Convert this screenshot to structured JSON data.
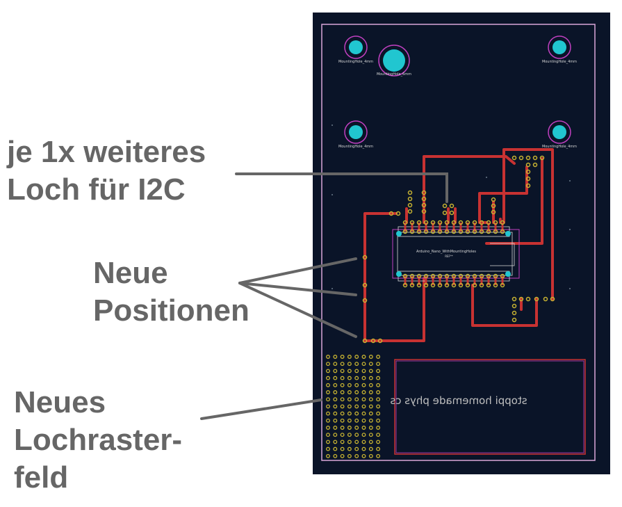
{
  "annotations": {
    "i2c_note": "je 1x weiteres\nLoch für I2C",
    "new_positions": "Neue\nPositionen",
    "new_grid": "Neues\nLochraster-\nfeld"
  },
  "board": {
    "mounting_hole_label": "MountingHole_4mm",
    "mounting_hole_large_label": "MountingHole_6mm",
    "module_label": "Arduino_Nano_WithMountingHoles",
    "module_ref": "REF**",
    "silkscreen_text": "stoppi homemade phys cs"
  },
  "colors": {
    "board_bg": "#0a1428",
    "edge_cuts": "#d9a6d9",
    "copper_trace": "#c83232",
    "pad": "#c8b432",
    "hole": "#21c6d0",
    "courtyard": "#c040c0",
    "annotation_text": "#666666",
    "annotation_arrow": "#666666"
  }
}
